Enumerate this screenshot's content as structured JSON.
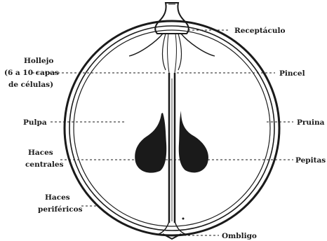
{
  "labels": {
    "receptaculo": "Receptáculo",
    "hollejo_line1": "Hollejo",
    "hollejo_line2": "(6 a 10 capas",
    "hollejo_line3": "de células)",
    "pincel": "Pincel",
    "pulpa": "Pulpa",
    "pruina": "Pruina",
    "haces_centrales_line1": "Haces",
    "haces_centrales_line2": "centrales",
    "pepitas": "Pepitas",
    "haces_perifericos_line1": "Haces",
    "haces_perifericos_line2": "periféricos",
    "ombligo": "Ombligo"
  }
}
